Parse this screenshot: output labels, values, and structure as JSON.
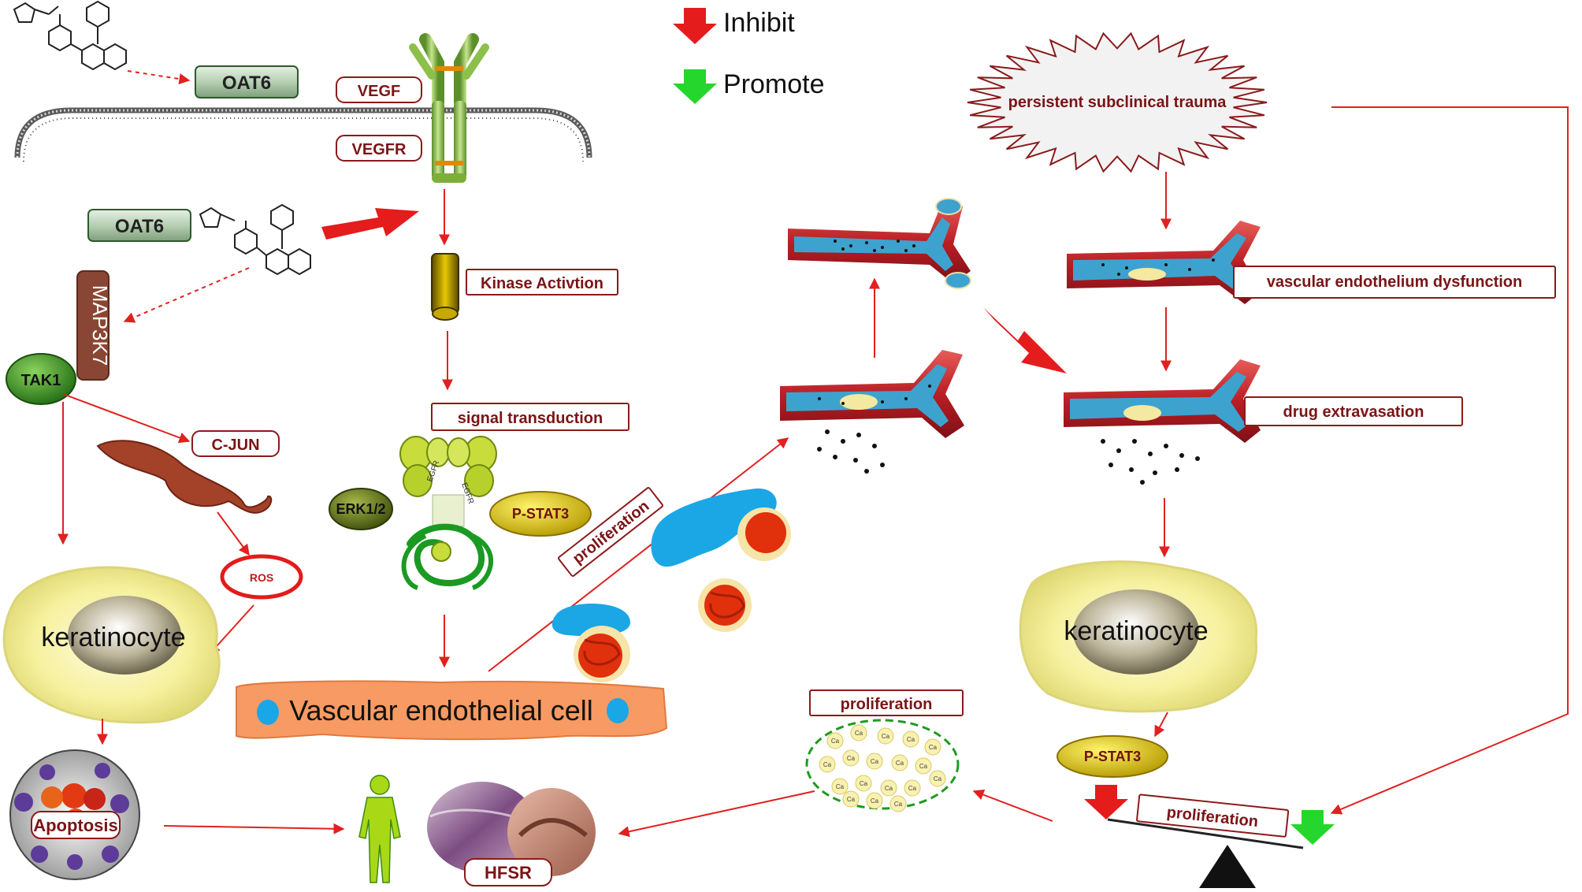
{
  "legend": {
    "inhibit_label": "Inhibit",
    "promote_label": "Promote",
    "inhibit_color": "#e51c1c",
    "promote_color": "#25d62c"
  },
  "left_pathway": {
    "transporter_top": "OAT6",
    "transporter_left": "OAT6",
    "vegf_label": "VEGF",
    "vegfr_label": "VEGFR",
    "kinase_label": "Kinase Activtion",
    "signal_label": "signal transduction",
    "erk_label": "ERK1/2",
    "pstat3_label": "P-STAT3",
    "egfr_label_a": "EGFR",
    "egfr_label_b": "EGFR",
    "map3k7_label": "MAP3K7",
    "tak1_label": "TAK1",
    "cjun_label": "C-JUN",
    "ros_label": "ROS",
    "keratinocyte_label": "keratinocyte",
    "endothelial_label": "Vascular endothelial  cell",
    "apoptosis_label": "Apoptosis",
    "proliferation_diag_label": "proliferation",
    "hfsr_label": "HFSR"
  },
  "right_pathway": {
    "trauma_label": "persistent subclinical  trauma",
    "dysfunction_label": "vascular endothelium dysfunction",
    "extravasation_label": "drug extravasation",
    "keratinocyte_label": "keratinocyte",
    "pstat3_label": "P-STAT3",
    "proliferation_cells_label": "proliferation",
    "proliferation_balance_label": "proliferation",
    "cell_marker": "Ca"
  },
  "colors": {
    "arrow_red": "#e0211f",
    "label_text": "#7b1416",
    "vessel_red": "#c8262a",
    "vessel_lumen": "#3ea2cf",
    "endothelial_fill": "#f79a63",
    "keratinocyte_fill": "#f3ee94",
    "oat6_fill": "#c5dbc3"
  }
}
